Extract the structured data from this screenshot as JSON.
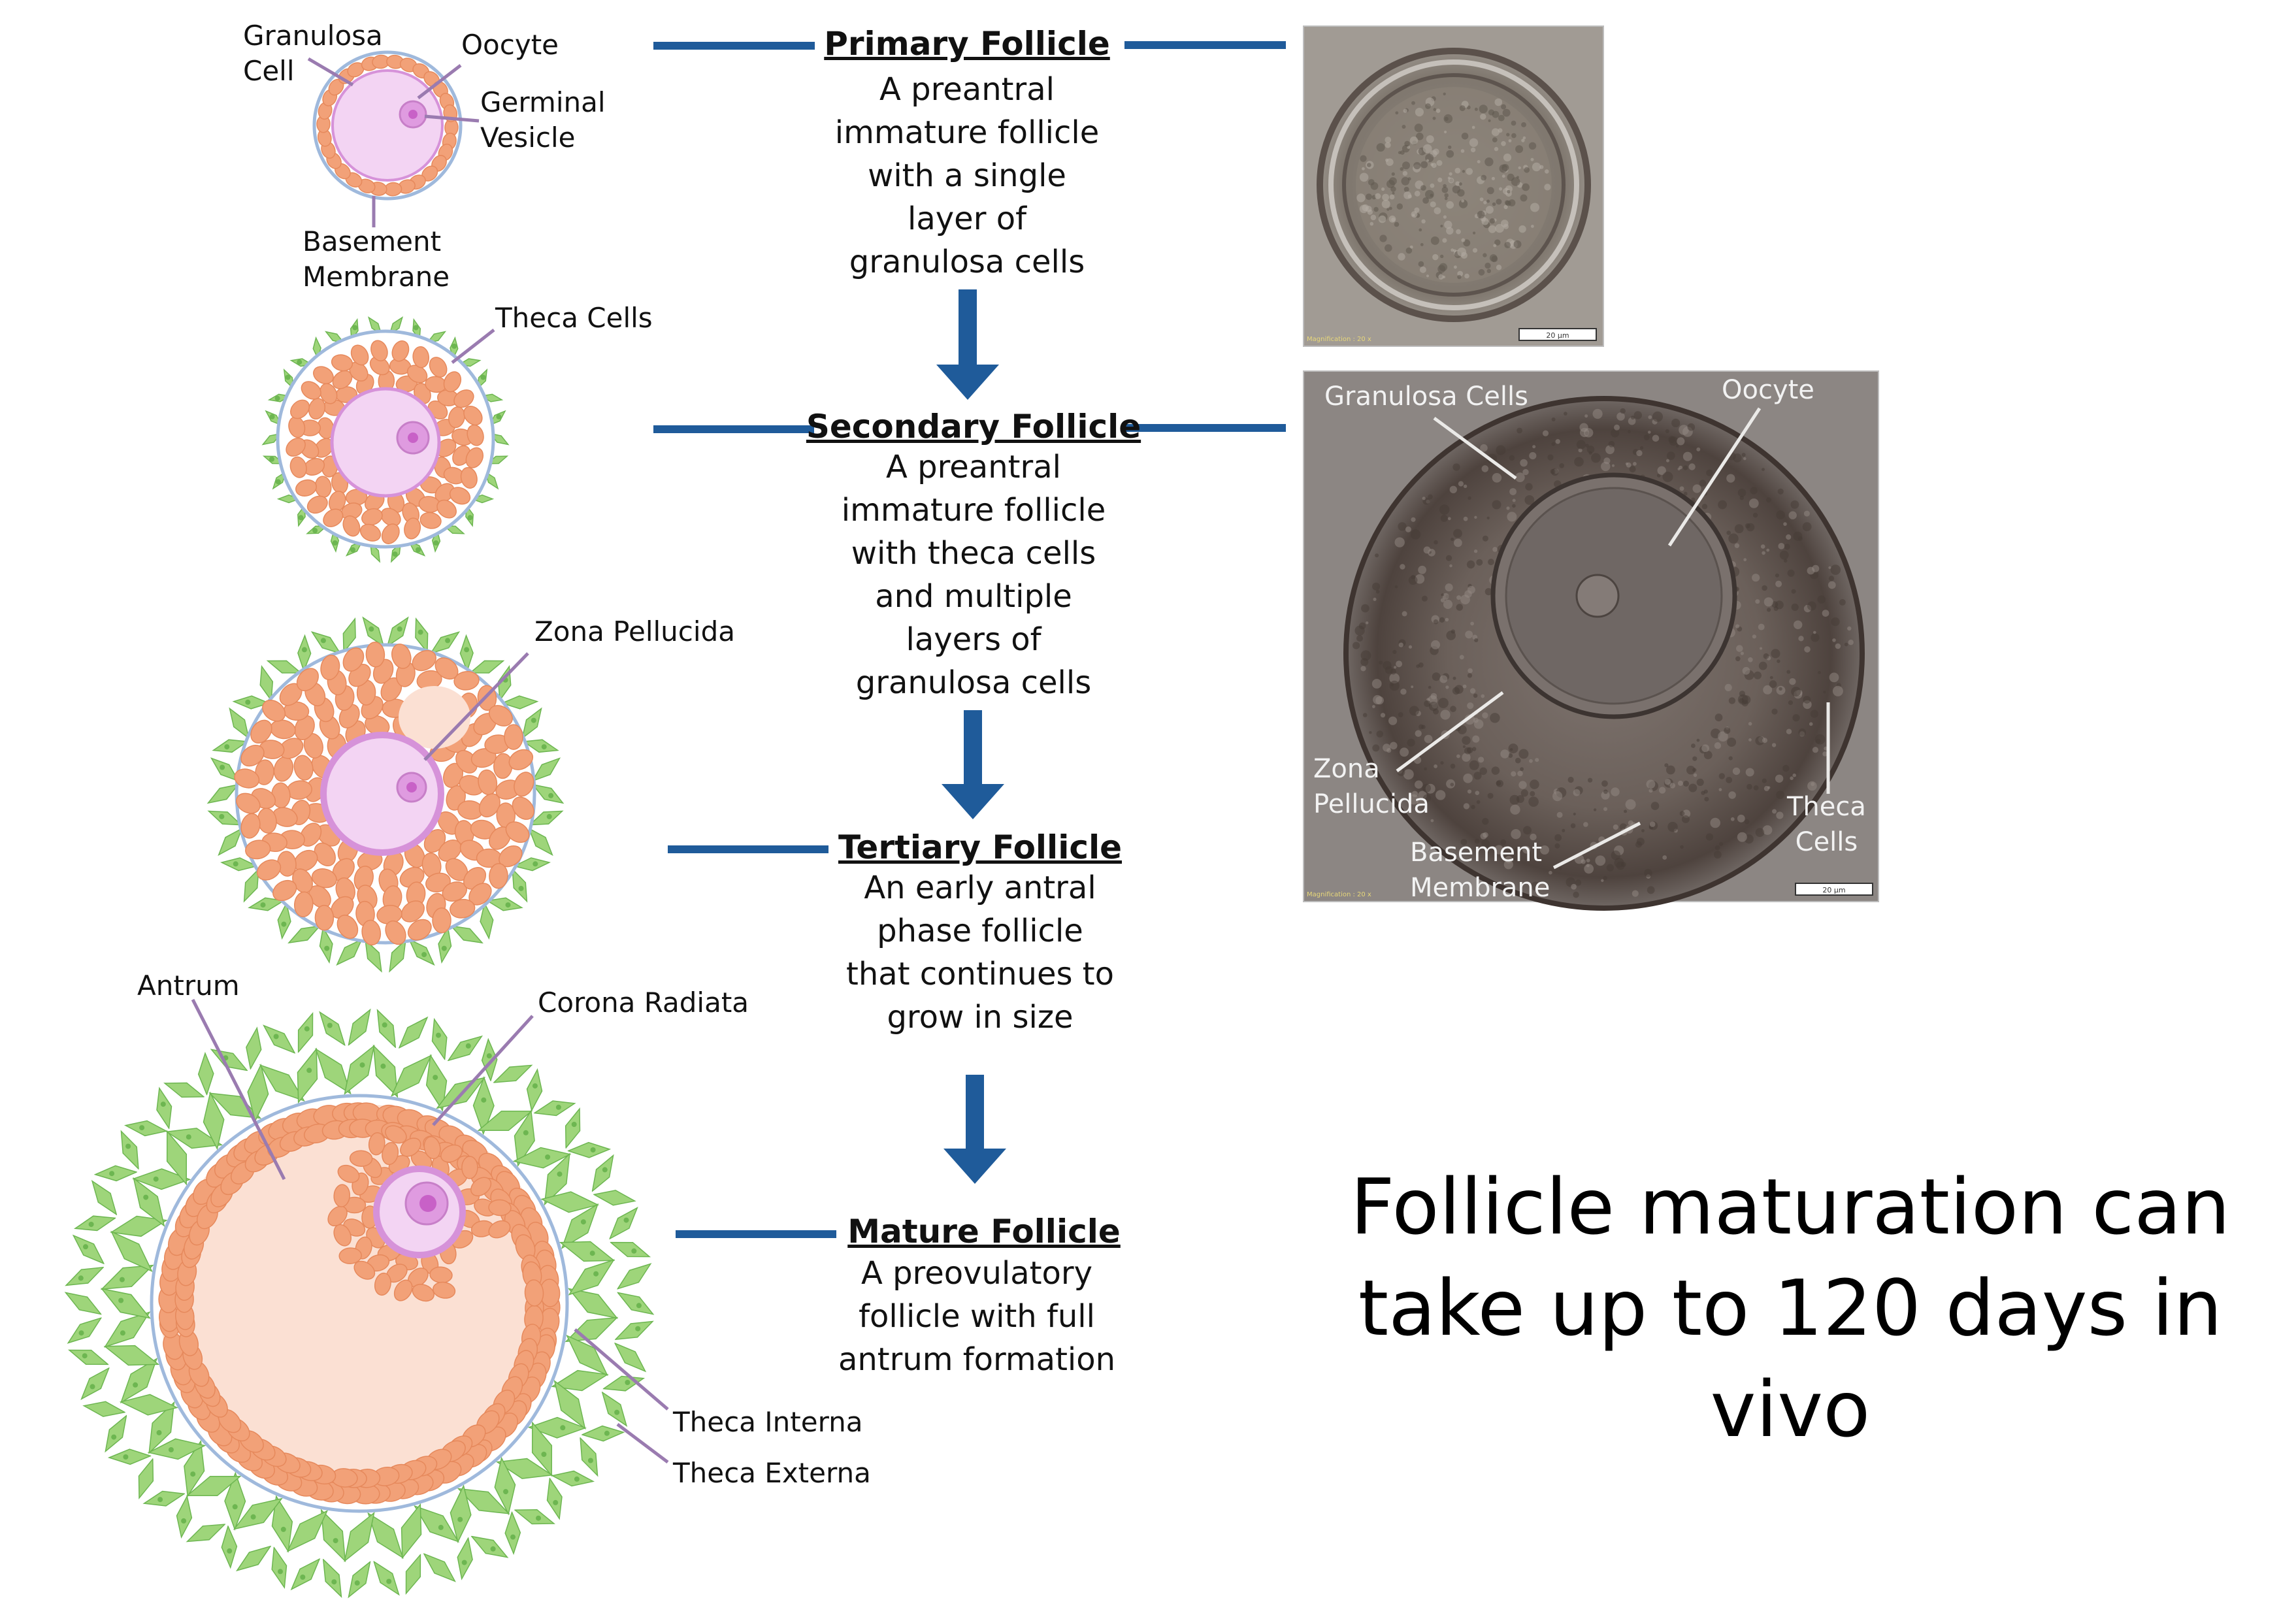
{
  "colors": {
    "granulosa": "#f2a178",
    "granulosa_edge": "#e6895c",
    "oocyte_fill": "#f3d4f3",
    "oocyte_ring": "#d692d9",
    "nucleus": "#df9be0",
    "nucleolus": "#c861c7",
    "basement": "#9fb9dc",
    "theca": "#9ed57a",
    "theca_dark": "#6db651",
    "antrum": "#fbe0d3",
    "connector": "#1f5b9a",
    "leader": "#9a7bb0",
    "photo_bg": "#8c8683"
  },
  "diagram_labels": {
    "granulosa_cell": "Granulosa\nCell",
    "oocyte": "Oocyte",
    "germinal_vesicle": "Germinal\nVesicle",
    "basement_membrane": "Basement\nMembrane",
    "theca_cells": "Theca Cells",
    "zona_pellucida": "Zona Pellucida",
    "antrum": "Antrum",
    "corona_radiata": "Corona Radiata",
    "theca_interna": "Theca Interna",
    "theca_externa": "Theca Externa"
  },
  "stages": [
    {
      "title": "Primary Follicle",
      "description": "A preantral\nimmature follicle\nwith a single\nlayer of\ngranulosa cells"
    },
    {
      "title": "Secondary Follicle",
      "description": "A preantral\nimmature follicle\nwith theca cells\nand multiple\nlayers of\ngranulosa cells"
    },
    {
      "title": "Tertiary Follicle",
      "description": "An early antral\nphase  follicle\nthat continues to\ngrow in size"
    },
    {
      "title": "Mature Follicle",
      "description": "A preovulatory\nfollicle with full\nantrum formation"
    }
  ],
  "photo_labels": {
    "granulosa_cells": "Granulosa Cells",
    "oocyte": "Oocyte",
    "zona_pellucida": "Zona\nPellucida",
    "theca_cells": "Theca\nCells",
    "basement_membrane": "Basement\nMembrane"
  },
  "photo_overlays": {
    "magnification": "Magnification : 20 x",
    "scale_bar": "20 µm"
  },
  "caption": "Follicle maturation can\ntake up to 120 days in vivo"
}
